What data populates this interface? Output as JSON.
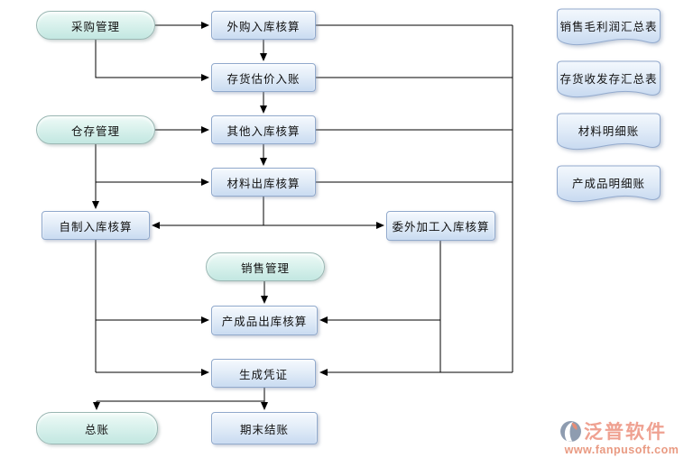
{
  "diagram": {
    "nodes": {
      "purchase_mgmt": {
        "label": "采购管理"
      },
      "outsourced_purchase_in": {
        "label": "外购入库核算"
      },
      "inventory_valuation": {
        "label": "存货估价入账"
      },
      "warehouse_mgmt": {
        "label": "仓存管理"
      },
      "other_in": {
        "label": "其他入库核算"
      },
      "material_out": {
        "label": "材料出库核算"
      },
      "self_made_in": {
        "label": "自制入库核算"
      },
      "outsourced_processing_in": {
        "label": "委外加工入库核算"
      },
      "sales_mgmt": {
        "label": "销售管理"
      },
      "finished_goods_out": {
        "label": "产成品出库核算"
      },
      "generate_voucher": {
        "label": "生成凭证"
      },
      "general_ledger": {
        "label": "总账"
      },
      "period_end_closing": {
        "label": "期末结账"
      }
    },
    "reports": [
      {
        "label": "销售毛利润汇总表"
      },
      {
        "label": "存货收发存汇总表"
      },
      {
        "label": "材料明细账"
      },
      {
        "label": "产成品明细账"
      }
    ],
    "colors": {
      "process_fill": "#dce9f7",
      "terminal_fill": "#d8f1ed",
      "report_fill": "#dbe8f6",
      "line": "#000000"
    }
  },
  "watermark": {
    "brand": "泛普软件",
    "url": "www.fanpusoft.com",
    "brand_color": "#efa191"
  }
}
